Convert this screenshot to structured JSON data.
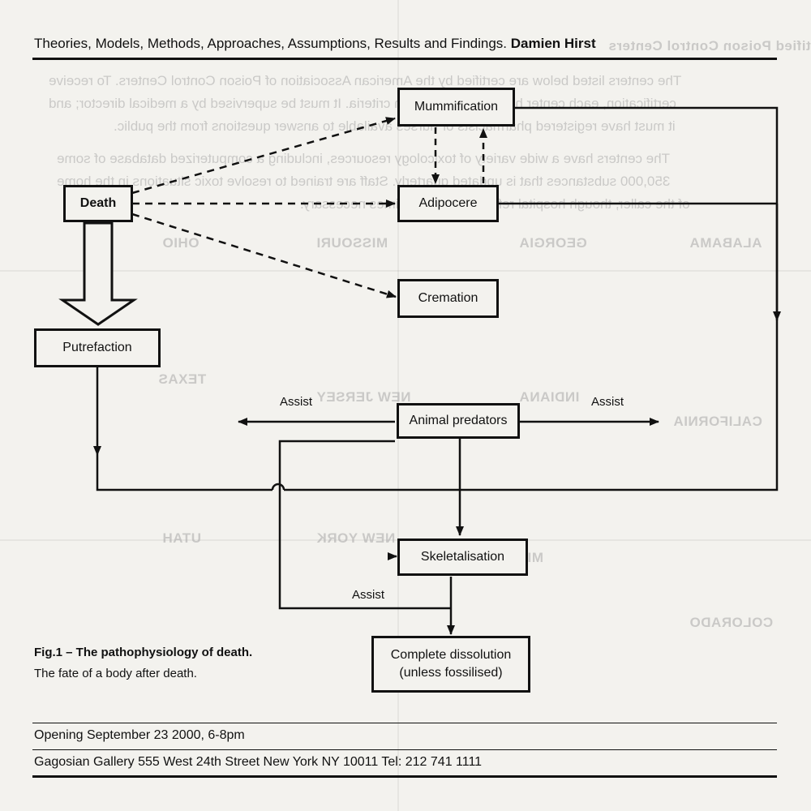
{
  "header": {
    "title": "Theories, Models, Methods, Approaches, Assumptions, Results and Findings.",
    "artist": "Damien Hirst"
  },
  "nodes": {
    "mummification": "Mummification",
    "adipocere": "Adipocere",
    "death": "Death",
    "cremation": "Cremation",
    "putrefaction": "Putrefaction",
    "animal_predators": "Animal predators",
    "skeletalisation": "Skeletalisation",
    "complete_dissolution_line1": "Complete dissolution",
    "complete_dissolution_line2": "(unless fossilised)"
  },
  "edge_labels": {
    "assist_left": "Assist",
    "assist_right": "Assist",
    "assist_bottom": "Assist"
  },
  "caption": {
    "title": "Fig.1 – The pathophysiology of death.",
    "subtitle": "The fate of a body after death."
  },
  "footer": {
    "opening": "Opening September 23 2000, 6-8pm",
    "gallery": "Gagosian Gallery  555 West 24th Street  New York  NY 10011  Tel: 212 741 1111"
  },
  "show_through": {
    "heading": "Certified Poison Control Centers",
    "intro": [
      "The centers listed below are certified by the American Association of Poison Control Centers. To receive",
      "certification, each center has to meet a certain criteria. It must be supervised by a medical director; and",
      "it must have registered pharmacists or nurses available to answer questions from the public.",
      "The centers have a wide variety of toxicology resources, including a computerized database of some",
      "350,000 substances that is updated quarterly. Staff are trained to resolve toxic situations in the home",
      "of the caller, though hospital referrals are sometimes necessary."
    ],
    "states": [
      "ALABAMA",
      "GEORGIA",
      "MISSOURI",
      "OHIO",
      "CALIFORNIA",
      "INDIANA",
      "NEW JERSEY",
      "TEXAS",
      "NEW YORK",
      "UTAH",
      "MICHIGAN",
      "COLORADO"
    ]
  }
}
